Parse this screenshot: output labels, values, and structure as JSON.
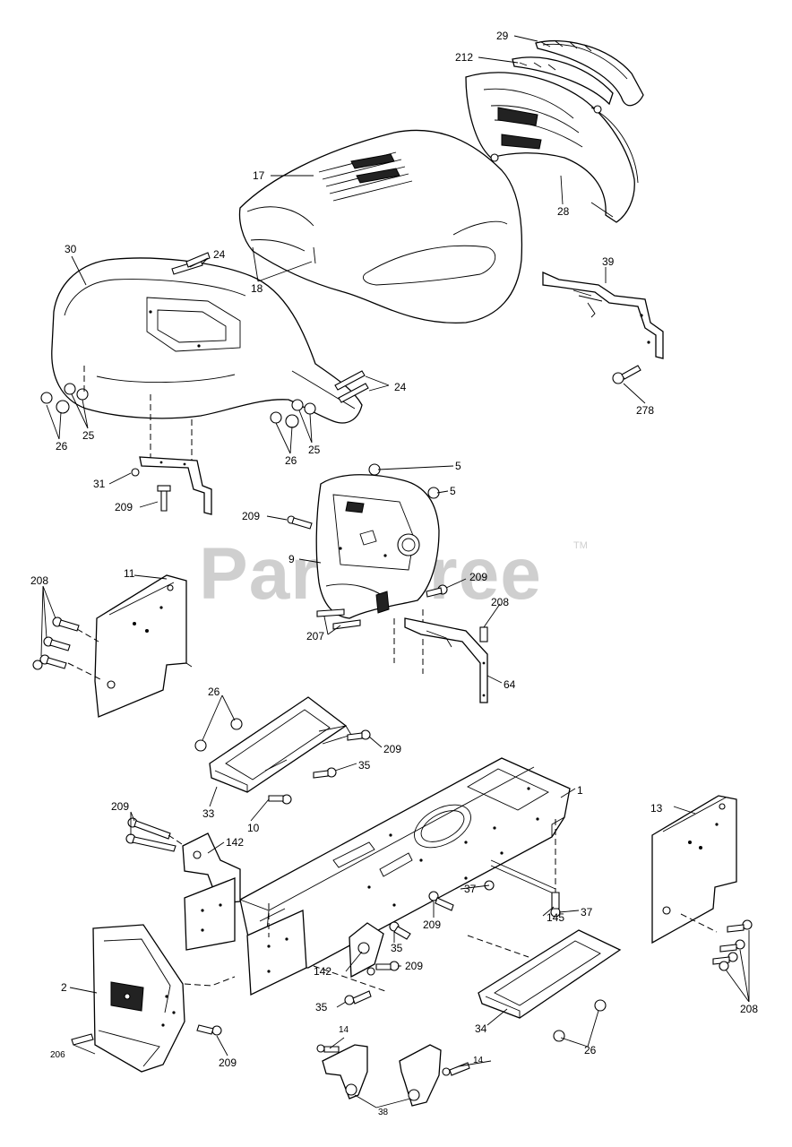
{
  "watermark": {
    "text": "PartsTree",
    "trademark": "TM"
  },
  "callouts": {
    "c29": "29",
    "c212": "212",
    "c17": "17",
    "c18": "18",
    "c28": "28",
    "c30": "30",
    "c24a": "24",
    "c24b": "24",
    "c39": "39",
    "c278": "278",
    "c26a": "26",
    "c25a": "25",
    "c26b": "26",
    "c25b": "25",
    "c31": "31",
    "c209a": "209",
    "c5a": "5",
    "c5b": "5",
    "c209b": "209",
    "c9": "9",
    "c209c": "209",
    "c208a": "208",
    "c11": "11",
    "c208b": "208",
    "c207": "207",
    "c64": "64",
    "c26c": "26",
    "c209d": "209",
    "c35a": "35",
    "c33": "33",
    "c10": "10",
    "c1": "1",
    "c13": "13",
    "c209e": "209",
    "c142a": "142",
    "c37a": "37",
    "c145": "145",
    "c37b": "37",
    "c209f": "209",
    "c35b": "35",
    "c142b": "142",
    "c209g": "209",
    "c35c": "35",
    "c208c": "208",
    "c2": "2",
    "c34": "34",
    "c206": "206",
    "c209h": "209",
    "c26d": "26",
    "c14a": "14",
    "c14b": "14",
    "c38": "38"
  }
}
